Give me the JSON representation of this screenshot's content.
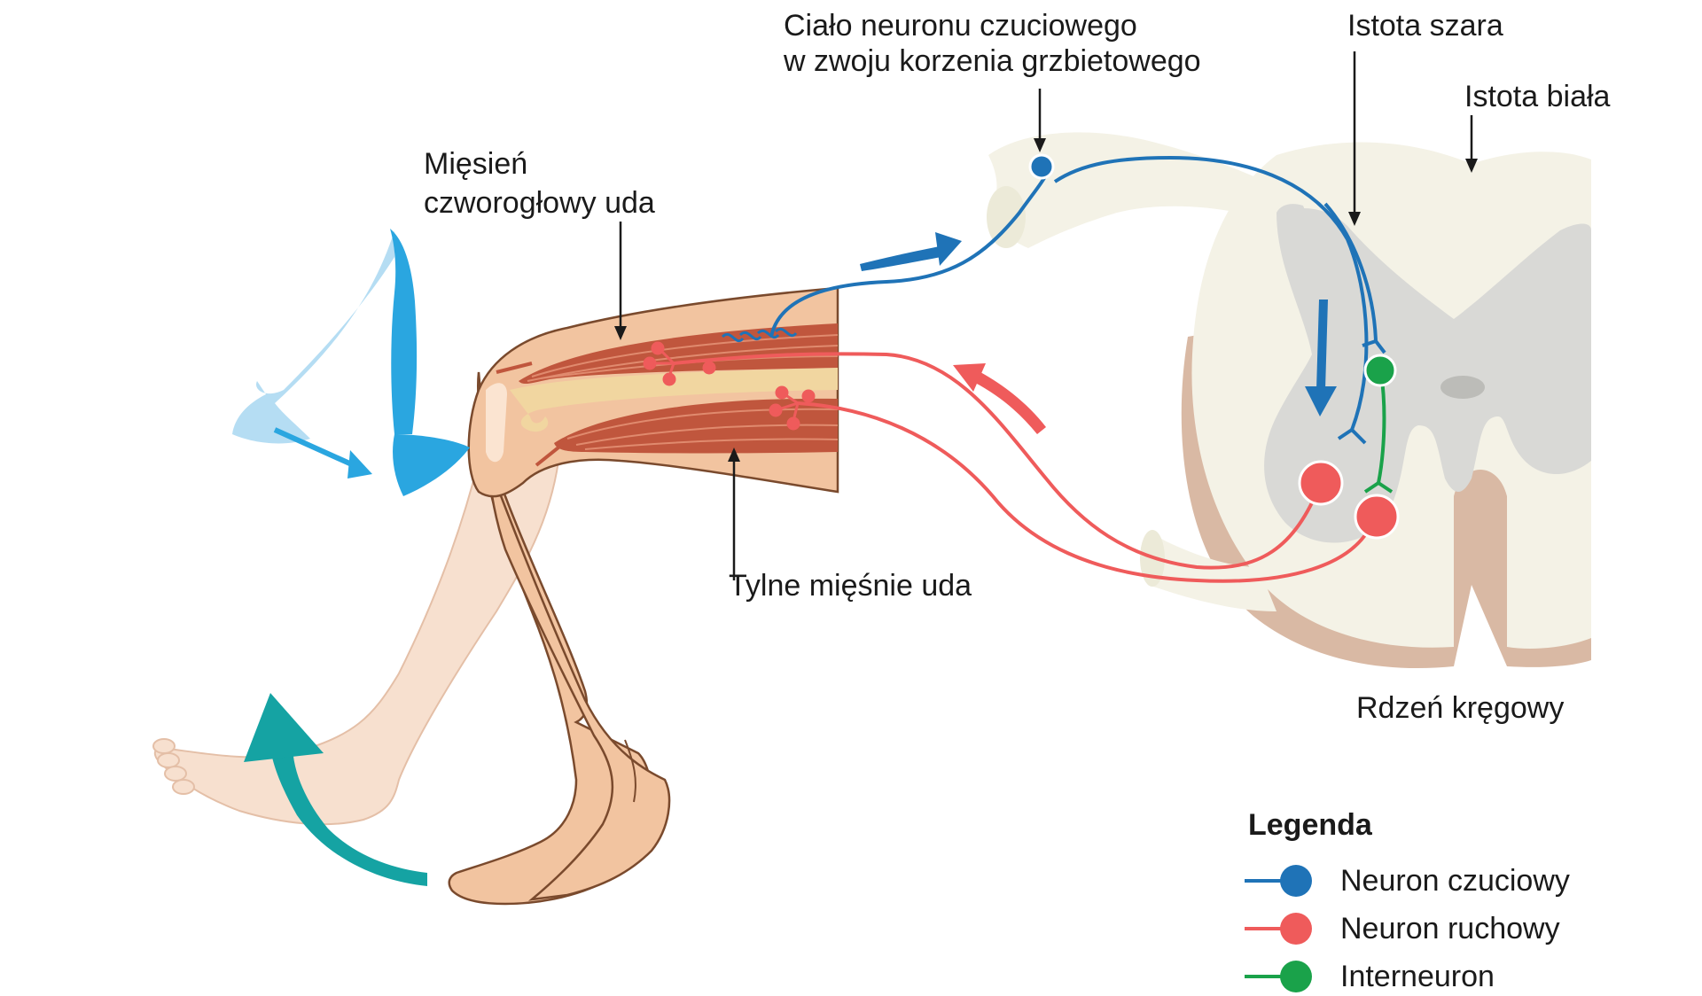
{
  "labels": {
    "cell_body_line1": "Ciało neuronu czuciowego",
    "cell_body_line2": "w zwoju korzenia grzbietowego",
    "gray_matter": "Istota szara",
    "white_matter": "Istota biała",
    "quadriceps_line1": "Mięsień",
    "quadriceps_line2": "czworogłowy uda",
    "hamstrings": "Tylne mięśnie uda",
    "spinal_cord": "Rdzeń kręgowy"
  },
  "legend": {
    "title": "Legenda",
    "items": [
      {
        "label": "Neuron czuciowy",
        "color": "#1f73b7"
      },
      {
        "label": "Neuron ruchowy",
        "color": "#ef5b5b"
      },
      {
        "label": "Interneuron",
        "color": "#1aa24a"
      }
    ]
  },
  "colors": {
    "sensory": "#1f73b7",
    "motor": "#ef5b5b",
    "interneuron": "#1aa24a",
    "skin": "#f2c4a0",
    "skin_light": "#f7e0cf",
    "muscle": "#c0563d",
    "white_matter": "#f4f2e6",
    "gray_matter": "#d9d9d6",
    "cord_shadow": "#d9b9a4",
    "hammer": "#2aa6e0",
    "hammer_ghost": "#b5ddf3",
    "kick_arrow": "#15a3a3"
  }
}
